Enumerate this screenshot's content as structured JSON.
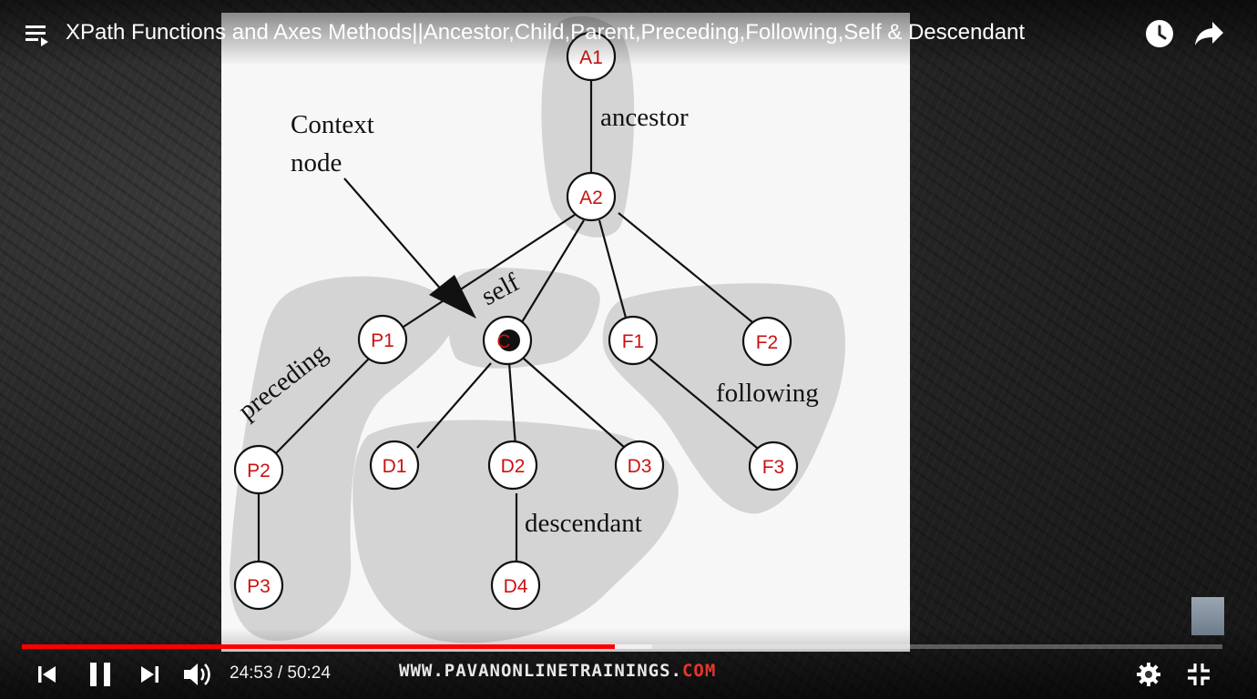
{
  "video": {
    "title": "XPath Functions and Axes Methods||Ancestor,Child,Parent,Preceding,Following,Self & Descendant",
    "current_time": "24:53",
    "duration": "50:24",
    "time_display": "24:53 / 50:24",
    "played_fraction": 0.494,
    "buffered_fraction": 0.525,
    "accent_color": "#ff0000"
  },
  "watermark": {
    "site": "WWW.PAVANONLINETRAININGS.",
    "tld": "COM"
  },
  "diagram": {
    "context_label_line1": "Context",
    "context_label_line2": "node",
    "axis_labels": {
      "ancestor": "ancestor",
      "self": "self",
      "preceding": "preceding",
      "following": "following",
      "descendant": "descendant"
    },
    "nodes": {
      "A1": "A1",
      "A2": "A2",
      "P1": "P1",
      "P2": "P2",
      "P3": "P3",
      "C": "C",
      "F1": "F1",
      "F2": "F2",
      "F3": "F3",
      "D1": "D1",
      "D2": "D2",
      "D3": "D3",
      "D4": "D4"
    },
    "node_label_color": "#cc1111"
  },
  "icons": {
    "playlist": "playlist-icon",
    "watch_later": "clock-icon",
    "share": "share-icon",
    "previous": "previous-icon",
    "pause": "pause-icon",
    "next": "next-icon",
    "volume": "volume-icon",
    "settings": "gear-icon",
    "exit_fullscreen": "exit-fullscreen-icon"
  }
}
